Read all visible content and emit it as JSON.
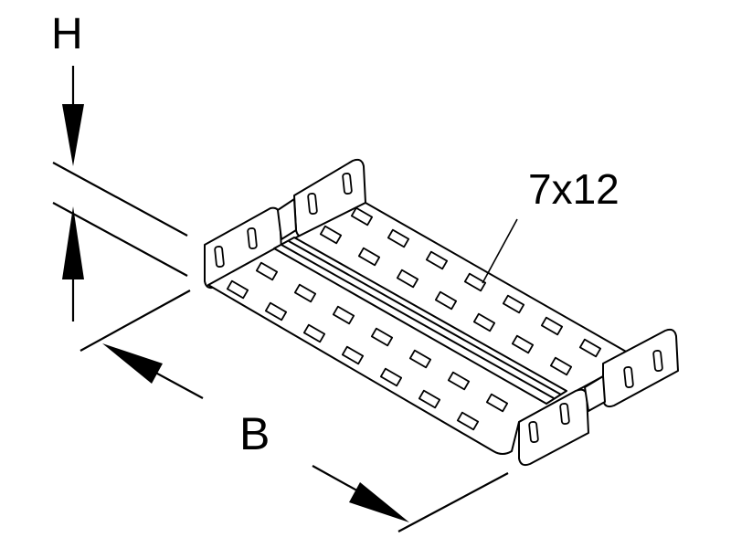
{
  "drawing": {
    "height_label": "H",
    "width_label": "B",
    "hole_size_label": "7x12"
  },
  "colors": {
    "line": "#000000",
    "fill": "#ffffff",
    "hole": "#ffffff"
  }
}
